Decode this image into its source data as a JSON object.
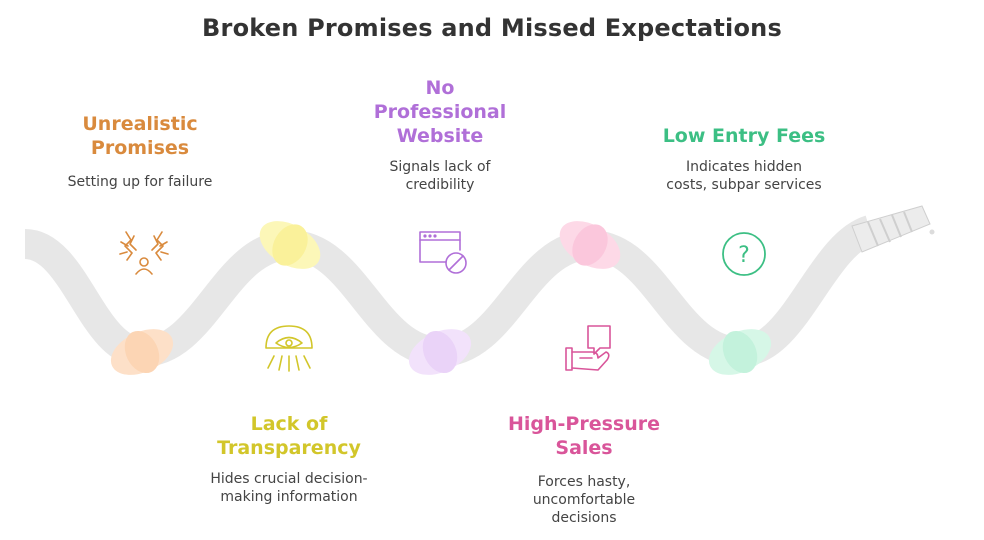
{
  "title": "Broken Promises and Missed Expectations",
  "colors": {
    "hose": "#e7e7e7",
    "orange": "#d98a3d",
    "yellow": "#d2c62a",
    "purple": "#b06fd8",
    "pink": "#d9559a",
    "green": "#3cbf84"
  },
  "items": [
    {
      "title_line1": "Unrealistic",
      "title_line2": "Promises",
      "desc_line1": "Setting up for failure",
      "desc_line2": "",
      "icon": "stress-person-icon"
    },
    {
      "title_line1": "Lack of",
      "title_line2": "Transparency",
      "desc_line1": "Hides crucial decision-",
      "desc_line2": "making information",
      "icon": "eye-light-icon"
    },
    {
      "title_line1": "No",
      "title_line2": "Professional",
      "title_line3": "Website",
      "desc_line1": "Signals lack of",
      "desc_line2": "credibility",
      "icon": "blocked-browser-icon"
    },
    {
      "title_line1": "High-Pressure",
      "title_line2": "Sales",
      "desc_line1": "Forces hasty,",
      "desc_line2": "uncomfortable",
      "desc_line3": "decisions",
      "icon": "hand-speech-icon"
    },
    {
      "title_line1": "Low Entry Fees",
      "desc_line1": "Indicates hidden",
      "desc_line2": "costs, subpar services",
      "icon": "question-circle-icon"
    }
  ],
  "question_mark": "?"
}
